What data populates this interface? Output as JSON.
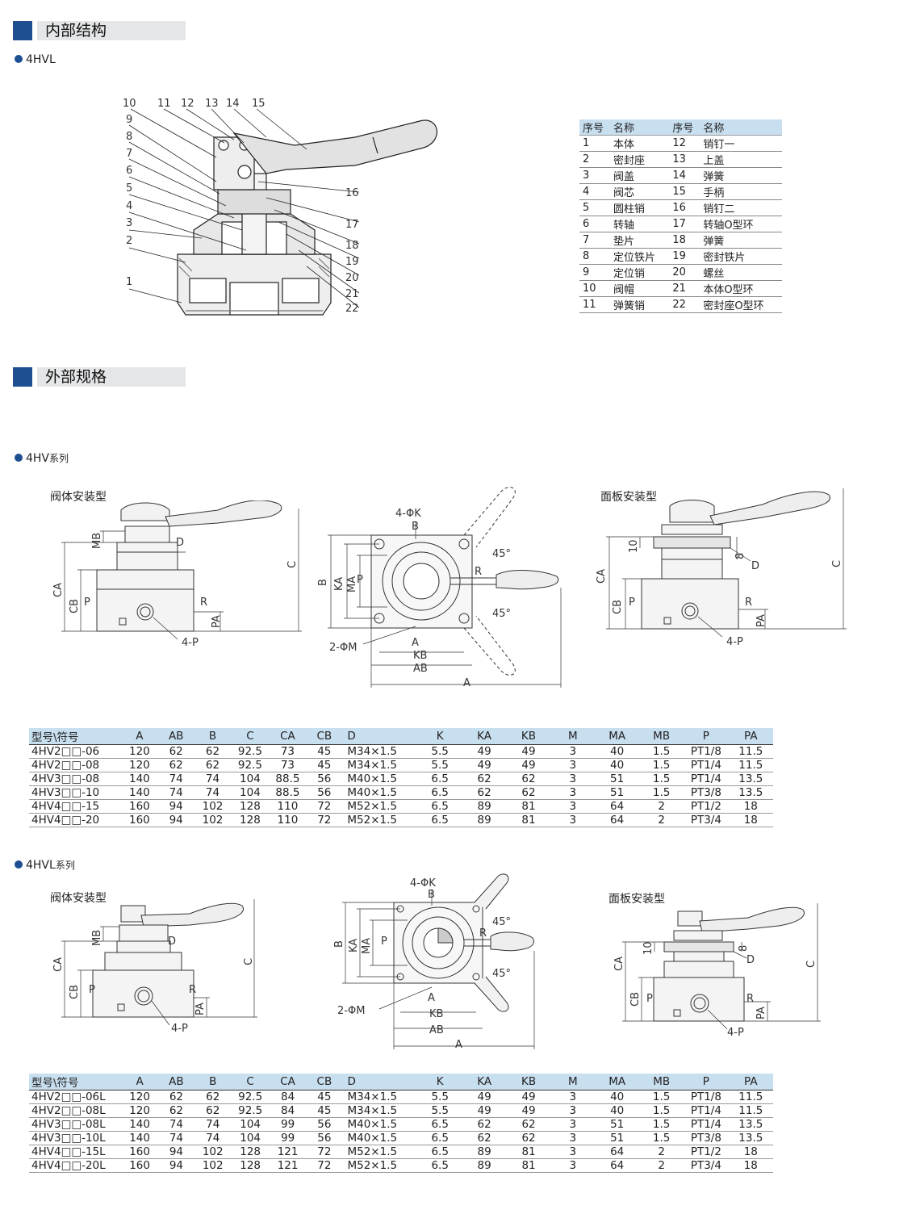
{
  "section1": {
    "title": "内部结构",
    "bullet": "4HVL"
  },
  "section2": {
    "title": "外部规格"
  },
  "callouts": {
    "top": [
      "10",
      "11",
      "12",
      "13",
      "14",
      "15"
    ],
    "left": [
      "9",
      "8",
      "7",
      "6",
      "5",
      "4",
      "3",
      "2",
      "1"
    ],
    "right": [
      "16",
      "17",
      "18",
      "19",
      "20",
      "21",
      "22"
    ]
  },
  "parts_table": {
    "headers": [
      "序号",
      "名称",
      "序号",
      "名称"
    ],
    "rows": [
      [
        "1",
        "本体",
        "12",
        "销钉一"
      ],
      [
        "2",
        "密封座",
        "13",
        "上盖"
      ],
      [
        "3",
        "阀盖",
        "14",
        "弹簧"
      ],
      [
        "4",
        "阀芯",
        "15",
        "手柄"
      ],
      [
        "5",
        "圆柱销",
        "16",
        "销钉二"
      ],
      [
        "6",
        "转轴",
        "17",
        "转轴O型环"
      ],
      [
        "7",
        "垫片",
        "18",
        "弹簧"
      ],
      [
        "8",
        "定位铁片",
        "19",
        "密封铁片"
      ],
      [
        "9",
        "定位销",
        "20",
        "螺丝"
      ],
      [
        "10",
        "阀帽",
        "21",
        "本体O型环"
      ],
      [
        "11",
        "弹簧销",
        "22",
        "密封座O型环"
      ]
    ]
  },
  "hv": {
    "series_main": "4HV",
    "series_suffix": "系列",
    "body_mount": "阀体安装型",
    "panel_mount": "面板安装型"
  },
  "hvl": {
    "series_main": "4HVL",
    "series_suffix": "系列",
    "body_mount": "阀体安装型",
    "panel_mount": "面板安装型"
  },
  "dims": {
    "MB": "MB",
    "D": "D",
    "CA": "CA",
    "CB": "CB",
    "C": "C",
    "P": "P",
    "R": "R",
    "PA": "PA",
    "holes": "4-P",
    "K4": "4-ΦK",
    "B": "B",
    "KA": "KA",
    "MA": "MA",
    "M2": "2-ΦM",
    "A": "A",
    "KB": "KB",
    "AB": "AB",
    "deg": "45°",
    "ten": "10",
    "eight": "8"
  },
  "spec_headers": [
    "型号\\符号",
    "A",
    "AB",
    "B",
    "C",
    "CA",
    "CB",
    "D",
    "K",
    "KA",
    "KB",
    "M",
    "MA",
    "MB",
    "P",
    "PA"
  ],
  "spec_hv": [
    [
      "4HV2□□-06",
      "120",
      "62",
      "62",
      "92.5",
      "73",
      "45",
      "M34×1.5",
      "5.5",
      "49",
      "49",
      "3",
      "40",
      "1.5",
      "PT1/8",
      "11.5"
    ],
    [
      "4HV2□□-08",
      "120",
      "62",
      "62",
      "92.5",
      "73",
      "45",
      "M34×1.5",
      "5.5",
      "49",
      "49",
      "3",
      "40",
      "1.5",
      "PT1/4",
      "11.5"
    ],
    [
      "4HV3□□-08",
      "140",
      "74",
      "74",
      "104",
      "88.5",
      "56",
      "M40×1.5",
      "6.5",
      "62",
      "62",
      "3",
      "51",
      "1.5",
      "PT1/4",
      "13.5"
    ],
    [
      "4HV3□□-10",
      "140",
      "74",
      "74",
      "104",
      "88.5",
      "56",
      "M40×1.5",
      "6.5",
      "62",
      "62",
      "3",
      "51",
      "1.5",
      "PT3/8",
      "13.5"
    ],
    [
      "4HV4□□-15",
      "160",
      "94",
      "102",
      "128",
      "110",
      "72",
      "M52×1.5",
      "6.5",
      "89",
      "81",
      "3",
      "64",
      "2",
      "PT1/2",
      "18"
    ],
    [
      "4HV4□□-20",
      "160",
      "94",
      "102",
      "128",
      "110",
      "72",
      "M52×1.5",
      "6.5",
      "89",
      "81",
      "3",
      "64",
      "2",
      "PT3/4",
      "18"
    ]
  ],
  "spec_hvl": [
    [
      "4HV2□□-06L",
      "120",
      "62",
      "62",
      "92.5",
      "84",
      "45",
      "M34×1.5",
      "5.5",
      "49",
      "49",
      "3",
      "40",
      "1.5",
      "PT1/8",
      "11.5"
    ],
    [
      "4HV2□□-08L",
      "120",
      "62",
      "62",
      "92.5",
      "84",
      "45",
      "M34×1.5",
      "5.5",
      "49",
      "49",
      "3",
      "40",
      "1.5",
      "PT1/4",
      "11.5"
    ],
    [
      "4HV3□□-08L",
      "140",
      "74",
      "74",
      "104",
      "99",
      "56",
      "M40×1.5",
      "6.5",
      "62",
      "62",
      "3",
      "51",
      "1.5",
      "PT1/4",
      "13.5"
    ],
    [
      "4HV3□□-10L",
      "140",
      "74",
      "74",
      "104",
      "99",
      "56",
      "M40×1.5",
      "6.5",
      "62",
      "62",
      "3",
      "51",
      "1.5",
      "PT3/8",
      "13.5"
    ],
    [
      "4HV4□□-15L",
      "160",
      "94",
      "102",
      "128",
      "121",
      "72",
      "M52×1.5",
      "6.5",
      "89",
      "81",
      "3",
      "64",
      "2",
      "PT1/2",
      "18"
    ],
    [
      "4HV4□□-20L",
      "160",
      "94",
      "102",
      "128",
      "121",
      "72",
      "M52×1.5",
      "6.5",
      "89",
      "81",
      "3",
      "64",
      "2",
      "PT3/4",
      "18"
    ]
  ]
}
